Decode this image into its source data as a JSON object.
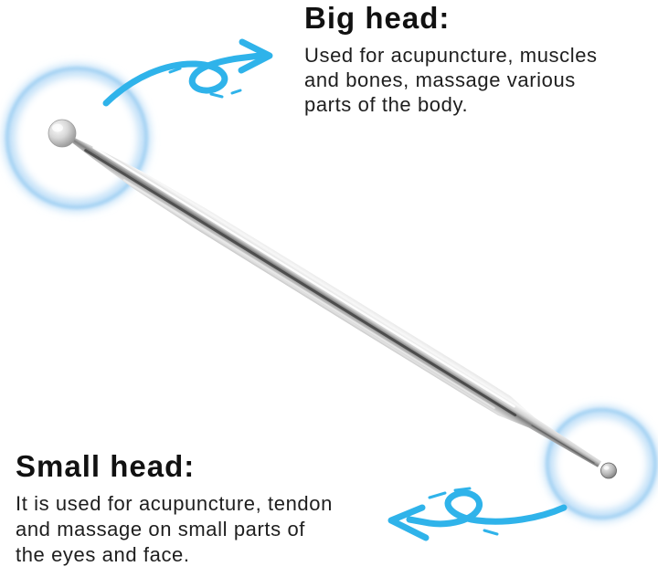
{
  "annotations": {
    "big_head": {
      "title": "Big head:",
      "lines": [
        "Used for acupuncture, muscles",
        "and bones, massage various",
        "parts of the body."
      ]
    },
    "small_head": {
      "title": "Small head:",
      "lines": [
        "It is used for acupuncture, tendon",
        "and massage on small parts of",
        "the eyes and face."
      ]
    }
  },
  "colors": {
    "arrow_blue": "#2FB3EA",
    "highlight_ring": "#9CCEF2",
    "highlight_ring_soft": "#C2E1F8",
    "text_primary": "#161616",
    "background": "#FFFFFF"
  }
}
